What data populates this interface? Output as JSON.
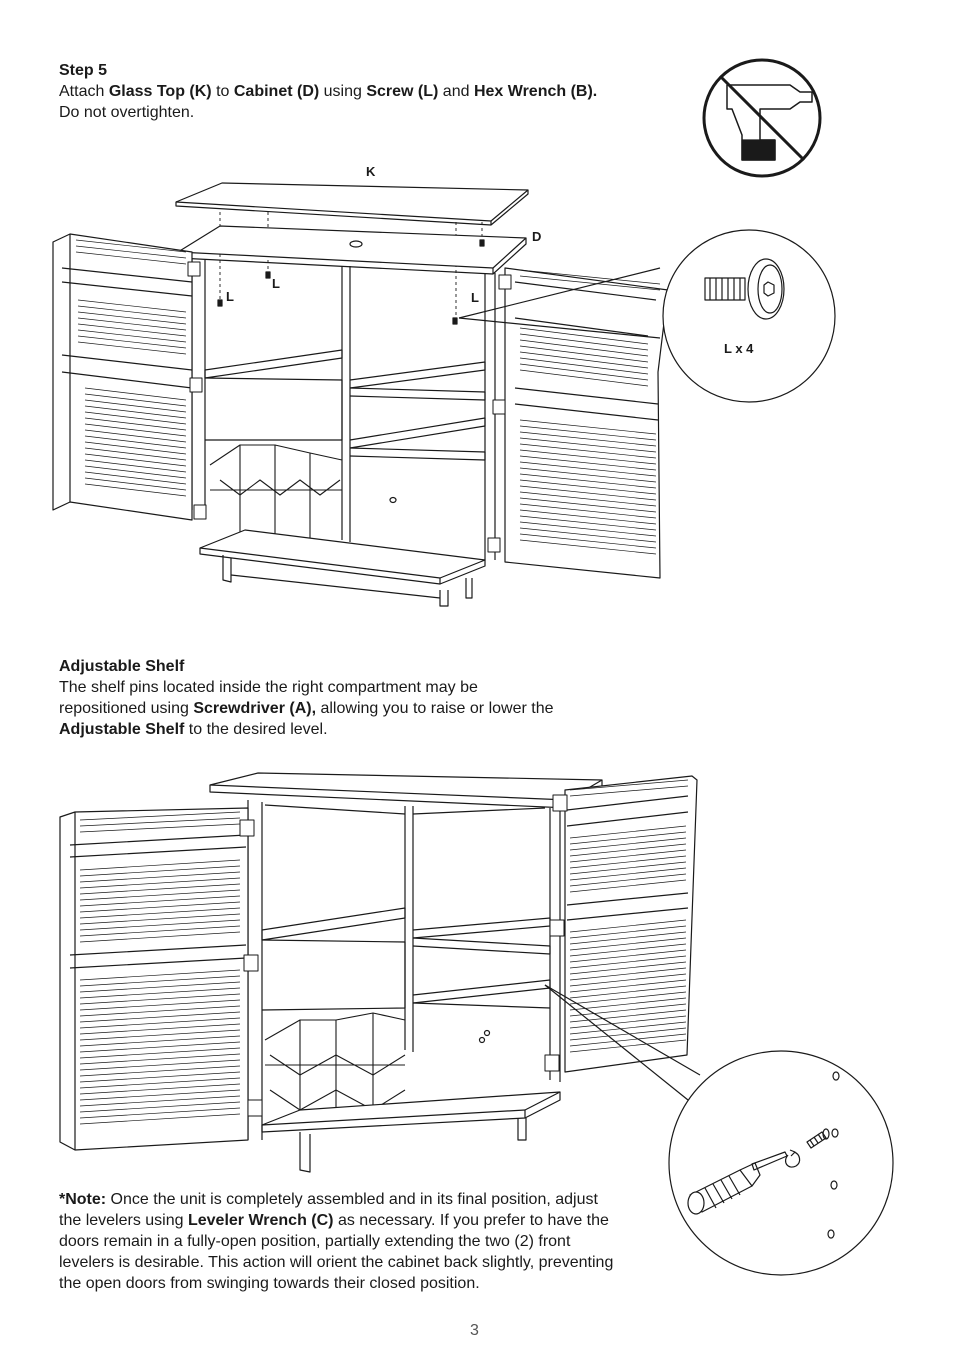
{
  "step": {
    "title": "Step 5",
    "line1": [
      {
        "t": "Attach ",
        "b": false
      },
      {
        "t": "Glass Top (K)",
        "b": true
      },
      {
        "t": " to ",
        "b": false
      },
      {
        "t": "Cabinet (D)",
        "b": true
      },
      {
        "t": " using ",
        "b": false
      },
      {
        "t": "Screw (L)",
        "b": true
      },
      {
        "t": " and ",
        "b": false
      },
      {
        "t": "Hex Wrench (B).",
        "b": true
      }
    ],
    "line2": "Do not overtighten."
  },
  "figure1": {
    "label_k": "K",
    "label_d": "D",
    "label_l": "L",
    "callout": "L x 4"
  },
  "shelf": {
    "title": "Adjustable Shelf",
    "body": [
      {
        "t": "The shelf pins located inside the right compartment may be repositioned using ",
        "b": false
      },
      {
        "t": "Screwdriver (A),",
        "b": true
      },
      {
        "t": " allowing you to raise or lower the ",
        "b": false
      },
      {
        "t": "Adjustable Shelf",
        "b": true
      },
      {
        "t": " to the desired level.",
        "b": false
      }
    ]
  },
  "note": {
    "body": [
      {
        "t": "*Note:",
        "b": true
      },
      {
        "t": " Once the unit is completely assembled and in its final position, adjust the levelers using ",
        "b": false
      },
      {
        "t": "Leveler Wrench (C)",
        "b": true
      },
      {
        "t": " as necessary. If you prefer to have the doors remain in a fully-open position, partially extending the two (2) front levelers is desirable. This action will orient the cabinet back slightly, preventing the open doors from swinging towards their closed position.",
        "b": false
      }
    ]
  },
  "page_number": "3",
  "icons": [
    "no-power-drill-icon",
    "screw-icon",
    "screwdriver-icon",
    "shelf-pin-icon",
    "rotate-arrow-icon"
  ]
}
